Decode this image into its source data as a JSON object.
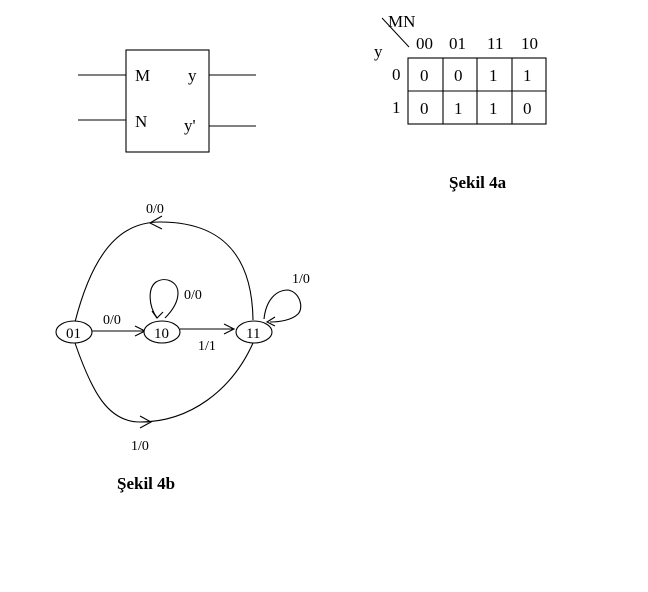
{
  "block": {
    "inputs": [
      "M",
      "N"
    ],
    "outputs": [
      "y",
      "y'"
    ]
  },
  "kmap": {
    "col_var": "MN",
    "row_var": "y",
    "col_headers": [
      "00",
      "01",
      "11",
      "10"
    ],
    "row_headers": [
      "0",
      "1"
    ],
    "cells": [
      [
        "0",
        "0",
        "1",
        "1"
      ],
      [
        "0",
        "1",
        "1",
        "0"
      ]
    ],
    "caption": "Şekil 4a"
  },
  "state_diagram": {
    "states": [
      "01",
      "10",
      "11"
    ],
    "edge_labels": {
      "top_arc": "0/0",
      "self_10": "0/0",
      "self_11": "1/0",
      "e01_10": "0/0",
      "e10_11": "1/1",
      "bottom_arc": "1/0"
    },
    "caption": "Şekil 4b"
  }
}
